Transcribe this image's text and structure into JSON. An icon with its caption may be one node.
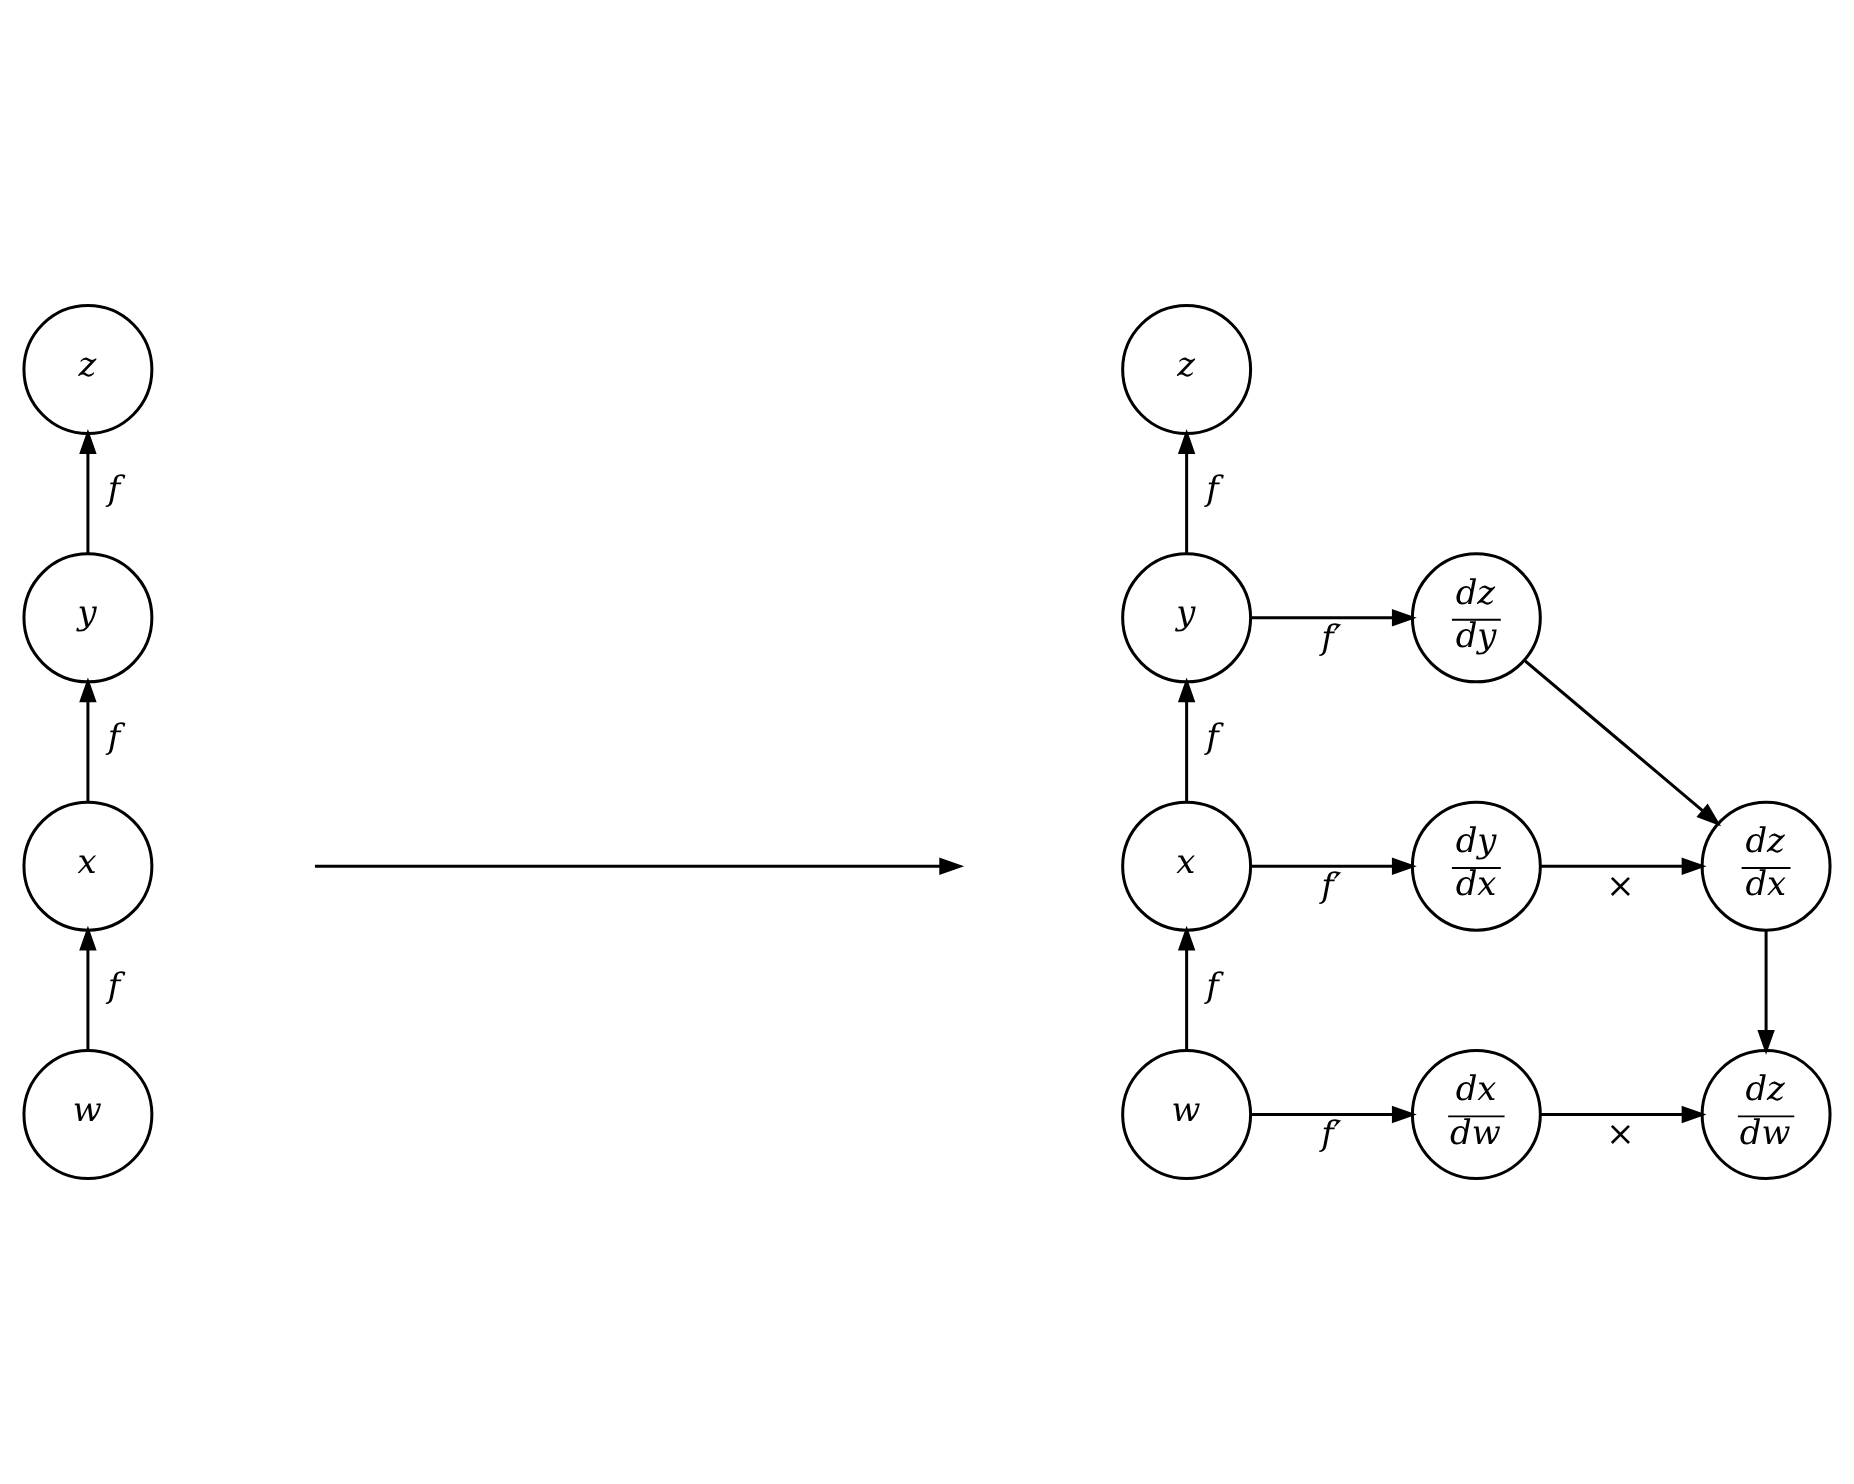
{
  "diagram": {
    "nodes": [
      {
        "text": [
          "z"
        ]
      },
      {
        "text": [
          "y"
        ]
      },
      {
        "text": [
          "x"
        ]
      },
      {
        "text": [
          "w"
        ]
      },
      {
        "text": [
          "z"
        ]
      },
      {
        "text": [
          "y"
        ]
      },
      {
        "text": [
          "x"
        ]
      },
      {
        "text": [
          "w"
        ]
      },
      {
        "text": [
          "dz",
          "dy"
        ]
      },
      {
        "text": [
          "dy",
          "dx"
        ]
      },
      {
        "text": [
          "dz",
          "dx"
        ]
      },
      {
        "text": [
          "dx",
          "dw"
        ]
      },
      {
        "text": [
          "dz",
          "dw"
        ]
      }
    ],
    "edges": [
      {
        "from": 3,
        "to": 2,
        "arrow": "to",
        "label": "f"
      },
      {
        "from": 2,
        "to": 1,
        "arrow": "to",
        "label": "f"
      },
      {
        "from": 1,
        "to": 0,
        "arrow": "to",
        "label": "f"
      },
      {
        "from": 7,
        "to": 6,
        "arrow": "to",
        "label": "f"
      },
      {
        "from": 6,
        "to": 5,
        "arrow": "to",
        "label": "f"
      },
      {
        "from": 5,
        "to": 4,
        "arrow": "to",
        "label": "f"
      },
      {
        "from": 5,
        "to": 8,
        "arrow": "to",
        "label": "f′"
      },
      {
        "from": 6,
        "to": 9,
        "arrow": "to",
        "label": "f′"
      },
      {
        "from": 8,
        "to": 10,
        "arrow": "to"
      },
      {
        "from": 9,
        "to": 10,
        "arrow": "to",
        "label": "×"
      },
      {
        "from": 10,
        "to": 12,
        "arrow": "to"
      },
      {
        "from": 7,
        "to": 11,
        "arrow": "to",
        "label": "f′"
      },
      {
        "from": 11,
        "to": 12,
        "arrow": "to",
        "label": "×"
      }
    ]
  }
}
